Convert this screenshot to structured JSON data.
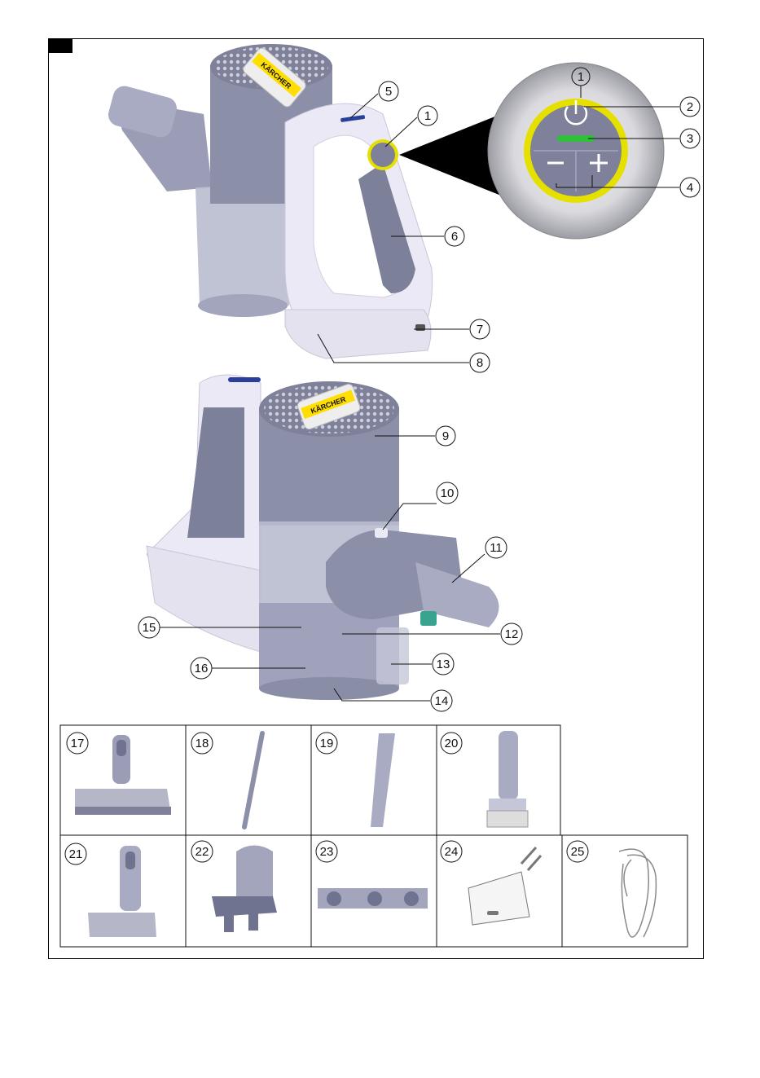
{
  "figure": {
    "brand_logo_text": "KÄRCHER",
    "callouts": [
      "1",
      "2",
      "3",
      "4",
      "5",
      "6",
      "7",
      "8",
      "9",
      "10",
      "11",
      "12",
      "13",
      "14",
      "15",
      "16"
    ],
    "accessories": [
      "17",
      "18",
      "19",
      "20",
      "21",
      "22",
      "23",
      "24",
      "25"
    ]
  },
  "colors": {
    "body_grey": "#8c8fa8",
    "body_dark": "#6f7390",
    "handle_white": "#ece9f6",
    "transparent_bin": "#b9bccf",
    "ring_yellow": "#e6e000",
    "led_green": "#2fbf3a",
    "accent_blue": "#2a3f9a"
  }
}
